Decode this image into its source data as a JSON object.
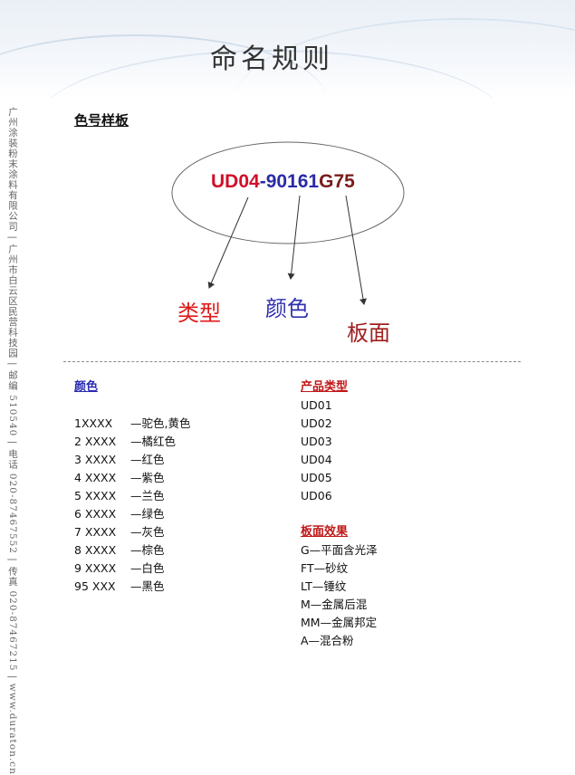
{
  "header": {
    "title": "命名规则"
  },
  "sidebar_text": "广州涂装粉末涂料有限公司 | 广州市白云区民营科技园 | 邮编 510540 | 电话 020-87467552 | 传真 020-87467215 | www.duraton.cn",
  "section": {
    "title": "色号样板"
  },
  "example": {
    "code_type": "UD04",
    "code_sep": "-",
    "code_color": "90161",
    "code_board": "G75",
    "label_type": "类型",
    "label_color": "颜色",
    "label_board": "板面"
  },
  "colors": {
    "heading": "颜色",
    "items": [
      {
        "code": "1XXXX",
        "desc": "—驼色,黄色"
      },
      {
        "code": "2 XXXX",
        "desc": "—橘红色"
      },
      {
        "code": "3 XXXX",
        "desc": "—红色"
      },
      {
        "code": "4 XXXX",
        "desc": "—紫色"
      },
      {
        "code": "5 XXXX",
        "desc": "—兰色"
      },
      {
        "code": "6 XXXX",
        "desc": "—绿色"
      },
      {
        "code": "7 XXXX",
        "desc": "—灰色"
      },
      {
        "code": "8 XXXX",
        "desc": "—棕色"
      },
      {
        "code": "9 XXXX",
        "desc": "—白色"
      },
      {
        "code": "95 XXX",
        "desc": "—黑色"
      }
    ]
  },
  "product_types": {
    "heading": "产品类型",
    "items": [
      "UD01",
      "UD02",
      "UD03",
      "UD04",
      "UD05",
      "UD06"
    ]
  },
  "board_effects": {
    "heading": "板面效果",
    "items": [
      "G—平面含光泽",
      "FT—砂纹",
      "LT—锤纹",
      "M—金属后混",
      "MM—金属邦定",
      "A—混合粉"
    ]
  }
}
